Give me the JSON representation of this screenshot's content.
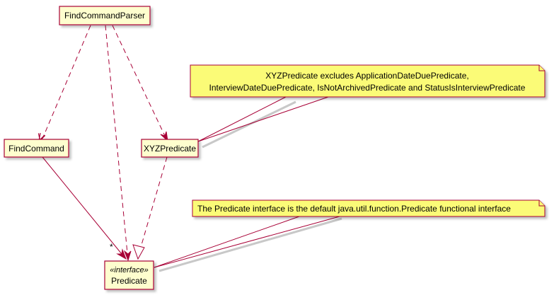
{
  "colors": {
    "class_fill": "#FEFECE",
    "class_border": "#A80036",
    "note_fill": "#FBFB77",
    "line": "#A80036",
    "shadow": "#C8C8C8"
  },
  "classes": {
    "find_command_parser": {
      "name": "FindCommandParser"
    },
    "find_command": {
      "name": "FindCommand"
    },
    "xyz_predicate": {
      "name": "XYZPredicate"
    },
    "predicate": {
      "stereotype": "«interface»",
      "name": "Predicate"
    }
  },
  "notes": {
    "xyz_note": {
      "line1": "XYZPredicate excludes ApplicationDateDuePredicate,",
      "line2": "InterviewDateDuePredicate, IsNotArchivedPredicate and StatusIsInterviewPredicate"
    },
    "predicate_note": {
      "line1": "The Predicate interface is the default java.util.function.Predicate functional interface"
    }
  },
  "relations": {
    "find_command_to_predicate": {
      "multiplicity": "*"
    }
  }
}
